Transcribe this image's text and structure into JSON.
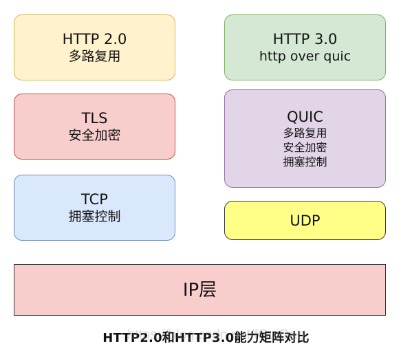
{
  "left_stack": {
    "http2": {
      "title": "HTTP 2.0",
      "subtitle": "多路复用"
    },
    "tls": {
      "title": "TLS",
      "subtitle": "安全加密"
    },
    "tcp": {
      "title": "TCP",
      "subtitle": "拥塞控制"
    }
  },
  "right_stack": {
    "http3": {
      "title": "HTTP 3.0",
      "subtitle": "http over quic"
    },
    "quic": {
      "title": "QUIC",
      "lines": [
        "多路复用",
        "安全加密",
        "拥塞控制"
      ]
    },
    "udp": {
      "title": "UDP"
    }
  },
  "base": {
    "label": "IP层"
  },
  "caption": "HTTP2.0和HTTP3.0能力矩阵对比",
  "watermark": "https://blog.csdn.net/fGuiDao",
  "colors": {
    "http2": "#fff2cc",
    "tls": "#f8cecc",
    "tcp": "#dae8fc",
    "http3": "#d5e8d4",
    "quic": "#e1d5e7",
    "udp": "#ffff88",
    "ip": "#f8cecc"
  }
}
